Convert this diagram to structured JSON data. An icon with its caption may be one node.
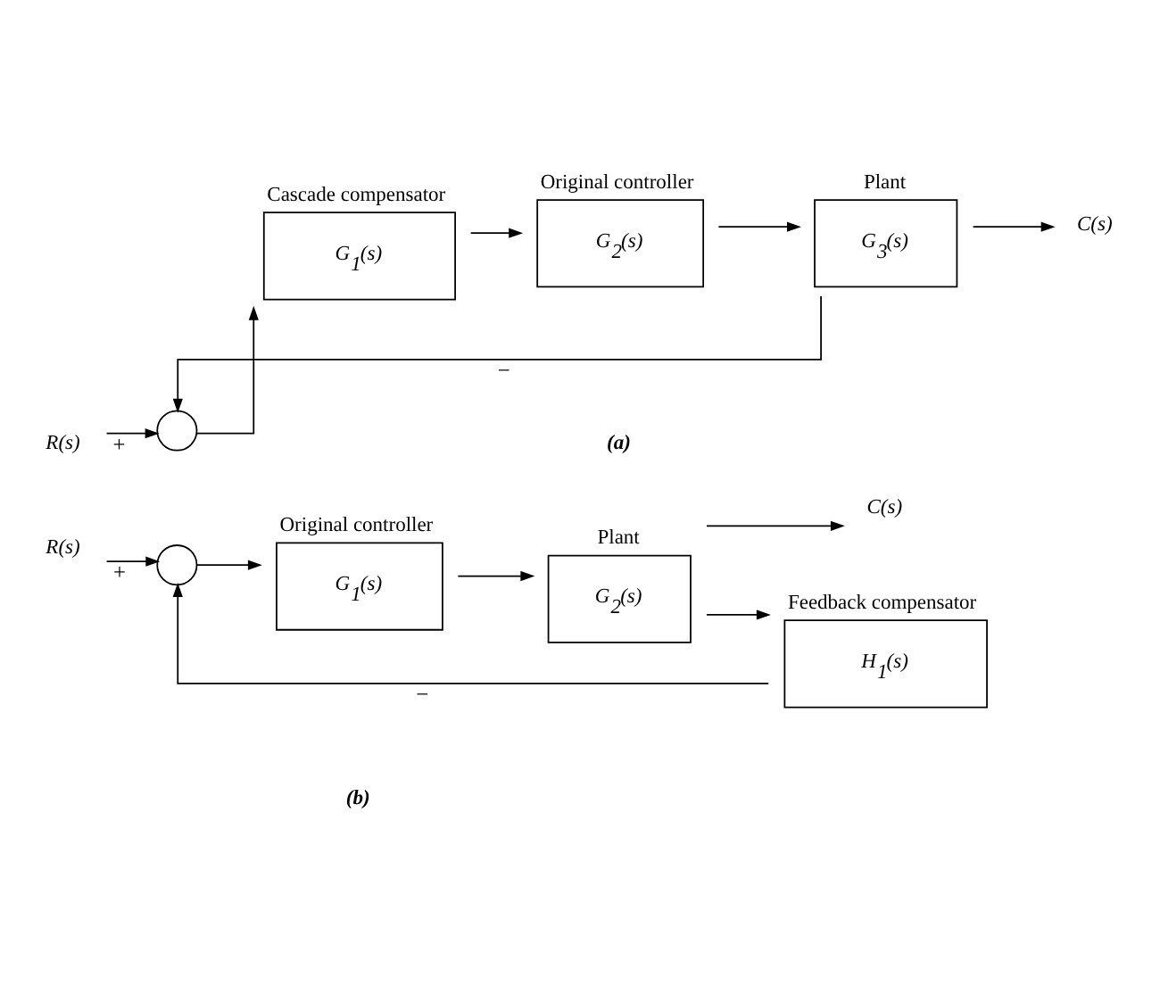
{
  "diagram": {
    "nodes": [
      {
        "text": [
          "R(s)"
        ]
      },
      {
        "text": [],
        "shape": "circle"
      },
      {
        "text": [
          "Cascade compensator",
          "G$_{1}$(s)"
        ]
      },
      {
        "text": [
          "Original controller",
          "G$_{2}$(s)"
        ]
      },
      {
        "text": [
          "Plant",
          "G$_{3}$(s)"
        ]
      },
      {
        "text": [
          "C(s)"
        ]
      },
      {
        "text": [
          "R(s)"
        ]
      },
      {
        "text": [],
        "shape": "circle"
      },
      {
        "text": [
          "Original controller",
          "G$_{1}$(s)"
        ]
      },
      {
        "text": [
          "Plant",
          "G$_{2}$(s)"
        ]
      },
      {
        "text": [
          "C(s)"
        ]
      },
      {
        "text": [
          "Feedback compensator",
          "H$_{1}$(s)"
        ]
      }
    ],
    "edges": [
      {
        "from": 0,
        "to": 1,
        "arrow": "to",
        "label": "+"
      },
      {
        "from": 1,
        "to": 2,
        "arrow": "to"
      },
      {
        "from": 2,
        "to": 3,
        "arrow": "to"
      },
      {
        "from": 3,
        "to": 4,
        "arrow": "to"
      },
      {
        "from": 4,
        "to": 5,
        "arrow": "to"
      },
      {
        "from": 4,
        "to": 1,
        "arrow": "to",
        "label": "−"
      },
      {
        "from": 6,
        "to": 7,
        "arrow": "to",
        "label": "+"
      },
      {
        "from": 7,
        "to": 8,
        "arrow": "to"
      },
      {
        "from": 8,
        "to": 9,
        "arrow": "to"
      },
      {
        "from": 9,
        "to": 10,
        "arrow": "to"
      },
      {
        "from": 9,
        "to": 11,
        "arrow": "to"
      },
      {
        "from": 11,
        "to": 7,
        "arrow": "to",
        "label": "−"
      }
    ],
    "labels": [
      "(a)",
      "(b)"
    ]
  }
}
